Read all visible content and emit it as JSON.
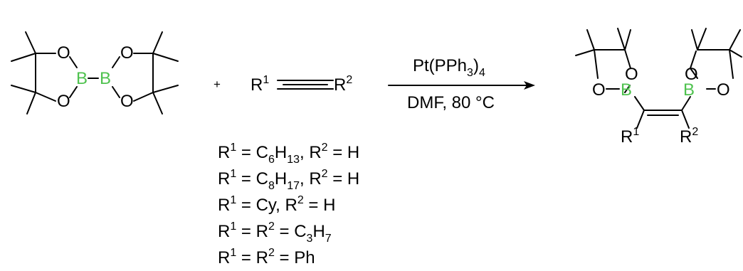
{
  "colors": {
    "boron": "#4fc24f",
    "ink": "#000000"
  },
  "atoms": {
    "oxygen": "O",
    "boron": "B"
  },
  "reagent_b2pin2": {
    "name": "",
    "plus": "+"
  },
  "alkyne": {
    "r1": "R",
    "r1_sup": "1",
    "r2": "R",
    "r2_sup": "2"
  },
  "conditions": {
    "catalyst_prefix": "Pt(PPh",
    "catalyst_sub": "3",
    "catalyst_suffix": ")",
    "catalyst_sub2": "4",
    "solvent_temp": "DMF,  80 °C"
  },
  "product": {
    "r1": "R",
    "r1_sup": "1",
    "r2": "R",
    "r2_sup": "2"
  },
  "substituent_list": [
    {
      "parts": [
        [
          "R",
          ""
        ],
        [
          "1",
          "sup"
        ],
        [
          " = C",
          ""
        ],
        [
          "6",
          "sub"
        ],
        [
          "H",
          ""
        ],
        [
          "13",
          "sub"
        ],
        [
          ", R",
          ""
        ],
        [
          "2",
          "sup"
        ],
        [
          " = H",
          ""
        ]
      ]
    },
    {
      "parts": [
        [
          "R",
          ""
        ],
        [
          "1",
          "sup"
        ],
        [
          " = C",
          ""
        ],
        [
          "8",
          "sub"
        ],
        [
          "H",
          ""
        ],
        [
          "17",
          "sub"
        ],
        [
          ", R",
          ""
        ],
        [
          "2",
          "sup"
        ],
        [
          " = H",
          ""
        ]
      ]
    },
    {
      "parts": [
        [
          "R",
          ""
        ],
        [
          "1",
          "sup"
        ],
        [
          " = Cy, R",
          ""
        ],
        [
          "2",
          "sup"
        ],
        [
          " = H",
          ""
        ]
      ]
    },
    {
      "parts": [
        [
          "R",
          ""
        ],
        [
          "1",
          "sup"
        ],
        [
          " = R",
          ""
        ],
        [
          "2",
          "sup"
        ],
        [
          " = C",
          ""
        ],
        [
          "3",
          "sub"
        ],
        [
          "H",
          ""
        ],
        [
          "7",
          "sub"
        ]
      ]
    },
    {
      "parts": [
        [
          "R",
          ""
        ],
        [
          "1",
          "sup"
        ],
        [
          " = R",
          ""
        ],
        [
          "2",
          "sup"
        ],
        [
          " = Ph",
          ""
        ]
      ]
    }
  ]
}
